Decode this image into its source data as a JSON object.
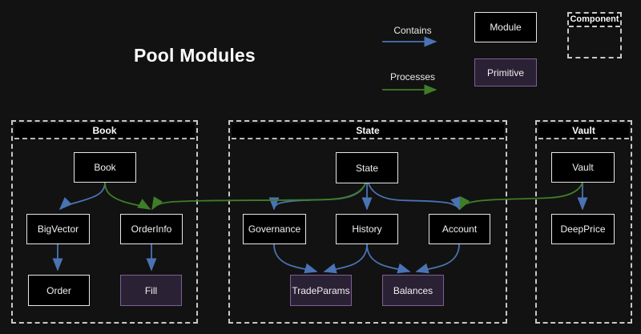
{
  "title": "Pool Modules",
  "legend": {
    "contains_label": "Contains",
    "processes_label": "Processes",
    "module_label": "Module",
    "primitive_label": "Primitive",
    "component_label": "Component"
  },
  "clusters": [
    {
      "label": "Book",
      "nodes": [
        {
          "id": "book",
          "label": "Book",
          "type": "module"
        },
        {
          "id": "bigvector",
          "label": "BigVector",
          "type": "module"
        },
        {
          "id": "orderinfo",
          "label": "OrderInfo",
          "type": "module"
        },
        {
          "id": "order",
          "label": "Order",
          "type": "module"
        },
        {
          "id": "fill",
          "label": "Fill",
          "type": "primitive"
        }
      ]
    },
    {
      "label": "State",
      "nodes": [
        {
          "id": "state",
          "label": "State",
          "type": "module"
        },
        {
          "id": "governance",
          "label": "Governance",
          "type": "module"
        },
        {
          "id": "history",
          "label": "History",
          "type": "module"
        },
        {
          "id": "account",
          "label": "Account",
          "type": "module"
        },
        {
          "id": "tradeparams",
          "label": "TradeParams",
          "type": "primitive"
        },
        {
          "id": "balances",
          "label": "Balances",
          "type": "primitive"
        }
      ]
    },
    {
      "label": "Vault",
      "nodes": [
        {
          "id": "vault",
          "label": "Vault",
          "type": "module"
        },
        {
          "id": "deepprice",
          "label": "DeepPrice",
          "type": "module"
        }
      ]
    }
  ],
  "edges": [
    {
      "from": "Book",
      "to": "BigVector",
      "type": "contains"
    },
    {
      "from": "BigVector",
      "to": "Order",
      "type": "contains"
    },
    {
      "from": "OrderInfo",
      "to": "Fill",
      "type": "contains"
    },
    {
      "from": "State",
      "to": "Governance",
      "type": "contains"
    },
    {
      "from": "State",
      "to": "History",
      "type": "contains"
    },
    {
      "from": "State",
      "to": "Account",
      "type": "contains"
    },
    {
      "from": "Governance",
      "to": "TradeParams",
      "type": "contains"
    },
    {
      "from": "History",
      "to": "TradeParams",
      "type": "contains"
    },
    {
      "from": "History",
      "to": "Balances",
      "type": "contains"
    },
    {
      "from": "Account",
      "to": "Balances",
      "type": "contains"
    },
    {
      "from": "Vault",
      "to": "DeepPrice",
      "type": "contains"
    },
    {
      "from": "Book",
      "to": "OrderInfo",
      "type": "processes"
    },
    {
      "from": "State",
      "to": "OrderInfo",
      "type": "processes"
    },
    {
      "from": "Vault",
      "to": "Account",
      "type": "processes"
    }
  ],
  "colors": {
    "background": "#121212",
    "module_fill": "#000000",
    "module_border": "#e6e6e6",
    "primitive_fill": "#2b2135",
    "primitive_border": "#7d6094",
    "contains_arrow": "#4a73b4",
    "processes_arrow": "#3f7d28",
    "cluster_border": "#c8c8c8",
    "text": "#f0f0f0"
  }
}
